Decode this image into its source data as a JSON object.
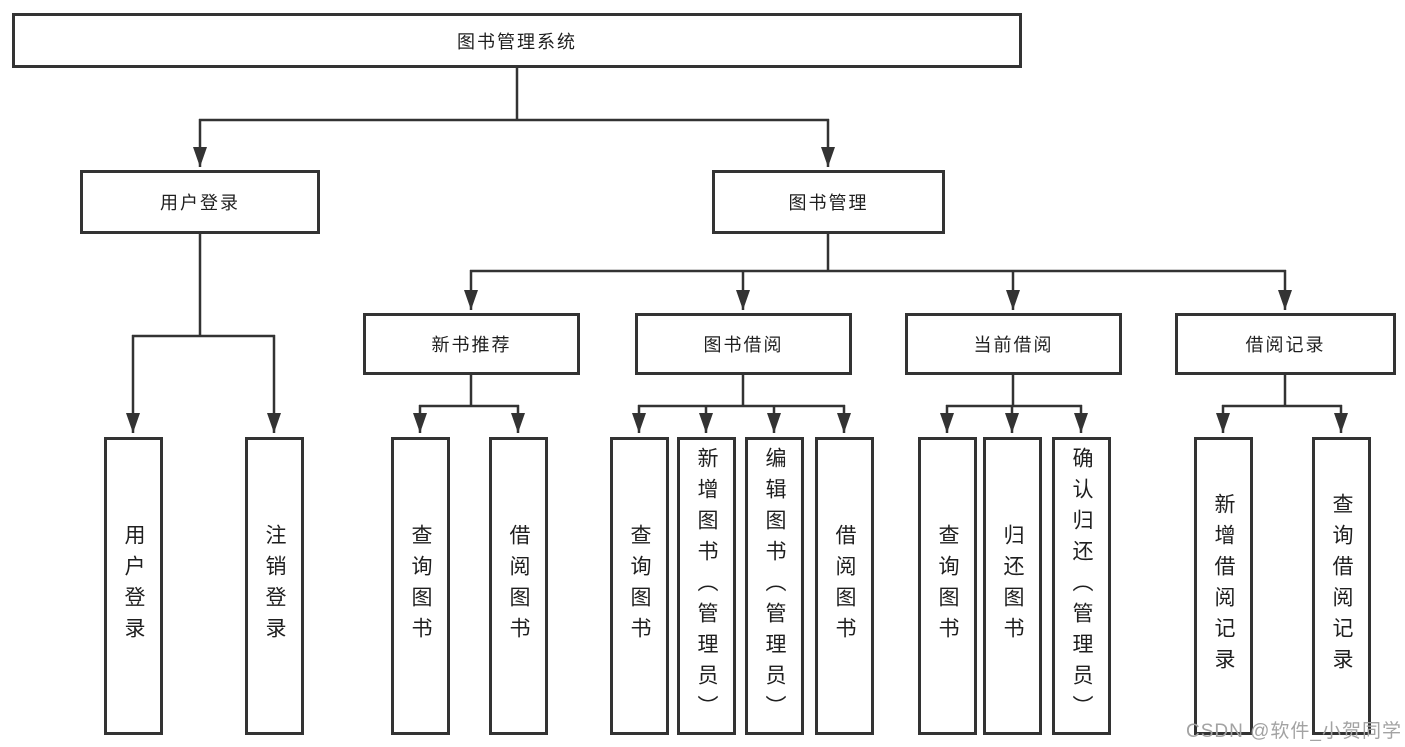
{
  "diagram": {
    "root": "图书管理系统",
    "level2": [
      "用户登录",
      "图书管理"
    ],
    "level3": [
      "新书推荐",
      "图书借阅",
      "当前借阅",
      "借阅记录"
    ],
    "leaves": {
      "login": [
        "用户登录",
        "注销登录"
      ],
      "recommend": [
        "查询图书",
        "借阅图书"
      ],
      "borrow": [
        "查询图书",
        "新增图书（管理员）",
        "编辑图书（管理员）",
        "借阅图书"
      ],
      "current": [
        "查询图书",
        "归还图书",
        "确认归还（管理员）"
      ],
      "records": [
        "新增借阅记录",
        "查询借阅记录"
      ]
    }
  },
  "watermark": "CSDN @软件_小贺同学",
  "colors": {
    "line": "#333333",
    "box_border": "#333333",
    "text": "#1f1f1f",
    "watermark": "#a3a3a3",
    "background": "#ffffff"
  }
}
